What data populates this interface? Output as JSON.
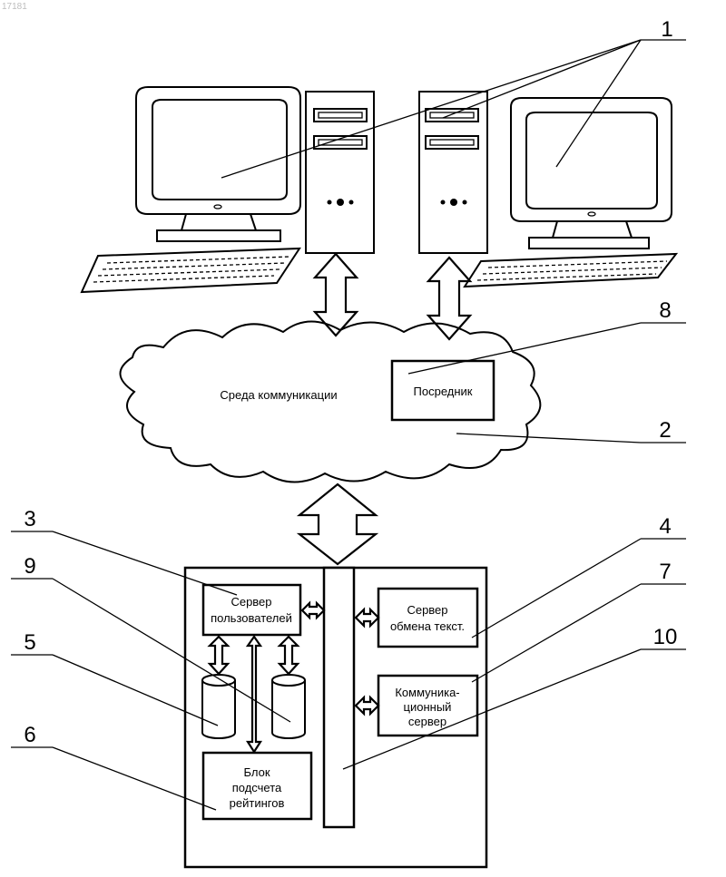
{
  "doc_number": "17181",
  "labels": {
    "communication_medium": "Среда коммуникации",
    "intermediary": "Посредник",
    "user_server": [
      "Сервер",
      "пользователей"
    ],
    "text_exchange_server": [
      "Сервер",
      "обмена текст."
    ],
    "communication_server": [
      "Коммуника-",
      "ционный",
      "сервер"
    ],
    "rating_block": [
      "Блок",
      "подсчета",
      "рейтингов"
    ]
  },
  "references": [
    "1",
    "8",
    "2",
    "3",
    "4",
    "9",
    "7",
    "5",
    "10",
    "6"
  ]
}
